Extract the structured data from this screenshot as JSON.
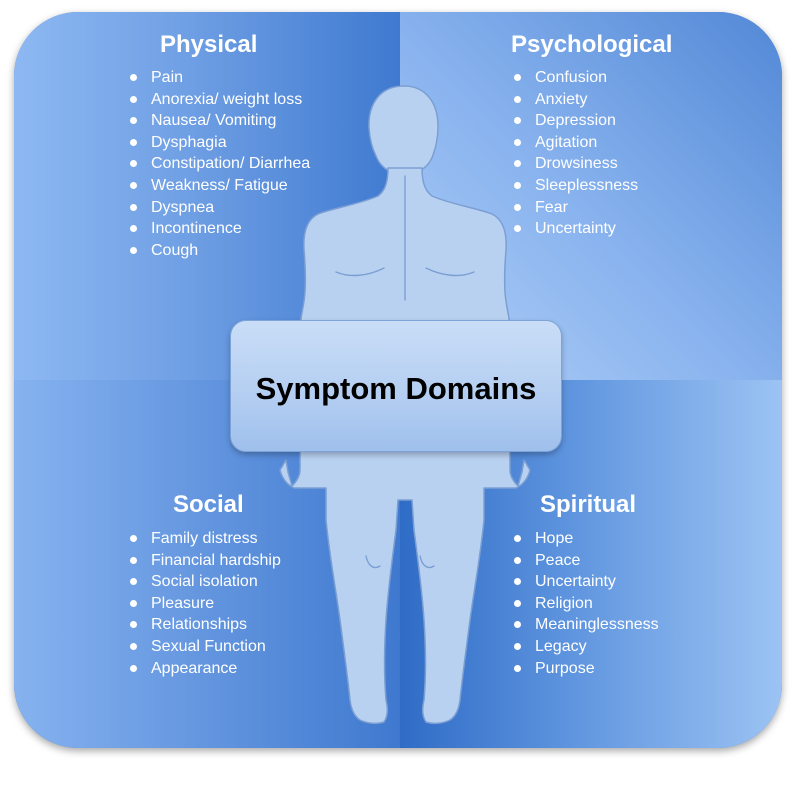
{
  "center_title": "Symptom Domains",
  "colors": {
    "panel_light": "#8db8f2",
    "panel_dark": "#3f7ad0",
    "figure_fill": "#b9d1f1",
    "figure_stroke": "#7b9fd3",
    "center_box": "#b5cff2",
    "text": "#ffffff"
  },
  "physical": {
    "title": "Physical",
    "items": [
      "Pain",
      "Anorexia/ weight loss",
      "Nausea/ Vomiting",
      "Dysphagia",
      "Constipation/ Diarrhea",
      "Weakness/ Fatigue",
      "Dyspnea",
      "Incontinence",
      "Cough"
    ]
  },
  "psychological": {
    "title": "Psychological",
    "items": [
      "Confusion",
      "Anxiety",
      "Depression",
      "Agitation",
      "Drowsiness",
      "Sleeplessness",
      "Fear",
      "Uncertainty"
    ]
  },
  "social": {
    "title": "Social",
    "items": [
      "Family distress",
      "Financial hardship",
      "Social isolation",
      "Pleasure",
      "Relationships",
      "Sexual Function",
      "Appearance"
    ]
  },
  "spiritual": {
    "title": "Spiritual",
    "items": [
      "Hope",
      "Peace",
      "Uncertainty",
      "Religion",
      "Meaninglessness",
      "Legacy",
      "Purpose"
    ]
  },
  "figure_icon": "human-body-silhouette"
}
